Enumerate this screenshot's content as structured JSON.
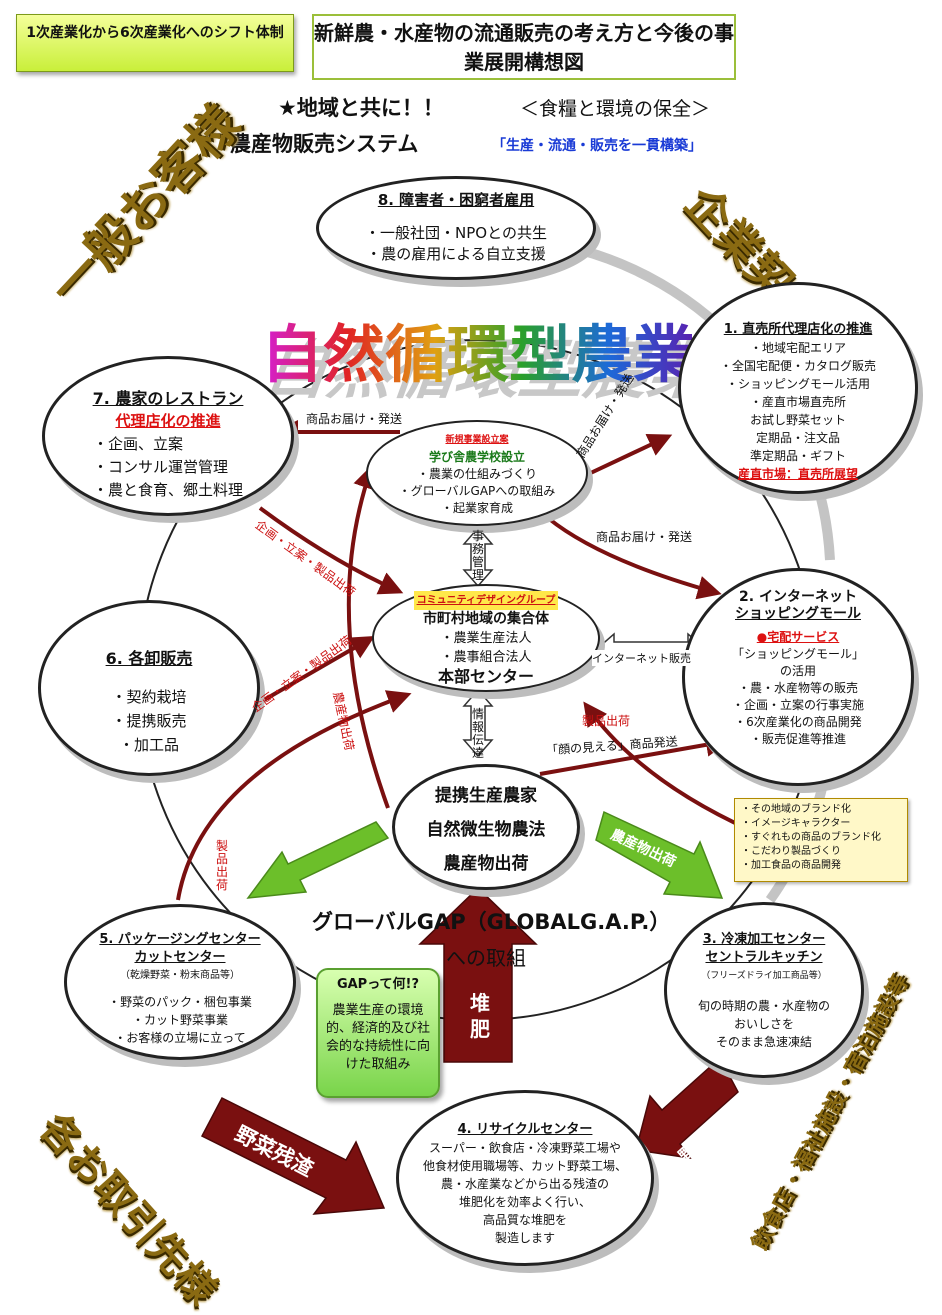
{
  "header": {
    "tag": "1次産業化から6次産業化へのシフト体制",
    "title": "新鮮農・水産物の流通販売の考え方と今後の事業展開構想図",
    "slogan": "★地域と共に！！",
    "slogan_sub": "＜食糧と環境の保全＞",
    "system": "農産物販売システム",
    "system_sub": "「生産・流通・販売を一貫構築」"
  },
  "corners": {
    "top_left": "一般お客様",
    "top_right": "企業契約栽培",
    "bottom_left": "各お取引先様",
    "bottom_right": "飲食店・福祉施設・宿泊施設等"
  },
  "center_wordart": "自然循環型農業",
  "nodes": {
    "n8": {
      "title": "8. 障害者・困窮者雇用",
      "lines": [
        "・一般社団・NPOとの共生",
        "・農の雇用による自立支援"
      ]
    },
    "n1": {
      "title": "1. 直売所代理店化の推進",
      "lines": [
        "・地域宅配エリア",
        "・全国宅配便・カタログ販売",
        "・ショッピングモール活用",
        "・産直市場直売所",
        "お試し野菜セット",
        "定期品・注文品",
        "準定期品・ギフト"
      ],
      "highlight": "産直市場：直売所展望"
    },
    "n7": {
      "title": "7. 農家のレストラン",
      "subtitle": "代理店化の推進",
      "lines": [
        "・企画、立案",
        "・コンサル運営管理",
        "・農と食育、郷土料理"
      ]
    },
    "school": {
      "tag": "新規事業設立案",
      "title": "学び舎農学校設立",
      "lines": [
        "・農業の仕組みづくり",
        "・グローバルGAPへの取組み",
        "・起業家育成"
      ]
    },
    "n2": {
      "title_1": "2. インターネット",
      "title_2": "ショッピングモール",
      "service": "●宅配サービス",
      "lines": [
        "「ショッピングモール」",
        "の活用",
        "・農・水産物等の販売",
        "・企画・立案の行事実施",
        "・6次産業化の商品開発",
        "・販売促進等推進"
      ]
    },
    "hq": {
      "tag": "コミュニティデザイングループ",
      "title": "市町村地域の集合体",
      "lines": [
        "・農業生産法人",
        "・農事組合法人"
      ],
      "center": "本部センター"
    },
    "n6": {
      "title": "6. 各卸販売",
      "lines": [
        "・契約栽培",
        "・提携販売",
        "・加工品"
      ]
    },
    "farm": {
      "lines": [
        "提携生産農家",
        "自然微生物農法",
        "農産物出荷"
      ]
    },
    "n5": {
      "title_1": "5. パッケージングセンター",
      "title_2": "カットセンター",
      "note": "（乾燥野菜・粉末商品等）",
      "lines": [
        "・野菜のパック・梱包事業",
        "・カット野菜事業",
        "・お客様の立場に立って"
      ]
    },
    "n3": {
      "title_1": "3. 冷凍加工センター",
      "title_2": "セントラルキッチン",
      "note": "（フリーズドライ加工商品等）",
      "lines": [
        "旬の時期の農・水産物の",
        "おいしさを",
        "そのまま急速凍結"
      ]
    },
    "n4": {
      "title": "4. リサイクルセンター",
      "lines": [
        "スーパー・飲食店・冷凍野菜工場や",
        "他食材使用職場等、カット野菜工場、",
        "農・水産業などから出る残渣の",
        "堆肥化を効率よく行い、",
        "高品質な堆肥を",
        "製造します"
      ]
    }
  },
  "labels": {
    "deliver_left": "商品お届け・発送",
    "deliver_diag": "商品お届け・発送",
    "deliver_right": "商品お届け・発送",
    "plan_ship_1": "企画・立案・製品出荷",
    "plan_ship_2": "企画・立案・製品出荷",
    "jimu": "事務管理",
    "net_sales": "インターネット販売",
    "joho": "情報伝達",
    "farm_ship_v": "農産物出荷",
    "product_ship": "製品出荷",
    "face_ship": "「顔の見える」商品発送",
    "product_ship_v": "製品出荷",
    "green_left": "農産物出荷",
    "green_right": "農産物出荷",
    "global_gap": "グローバルGAP（GLOBALG.A.P.）",
    "global_gap_2": "への取組",
    "compost": "堆肥",
    "residue_left": "野菜残渣",
    "residue_right": "野菜残渣"
  },
  "brand_note": [
    "・その地域のブランド化",
    "・イメージキャラクター",
    "・すぐれもの商品のブランド化",
    "・こだわり製品づくり",
    "・加工食品の商品開発"
  ],
  "gap": {
    "title": "GAPって何!?",
    "body": "農業生産の環境的、経済的及び社会的な持続性に向けた取組み"
  },
  "colors": {
    "arrow_red": "#7a1010",
    "green": "#6cbf2a",
    "highlight_red": "#d11111",
    "blue": "#1a3bd6",
    "corner_gold": "#8a6a12"
  }
}
